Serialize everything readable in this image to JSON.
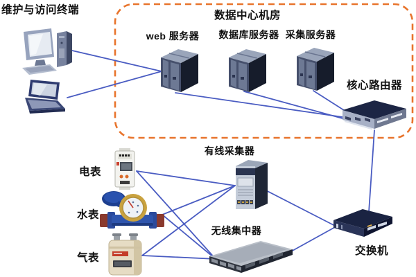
{
  "colors": {
    "connection_line": "#4A5CC2",
    "zone_border": "#E8742C",
    "label_text": "#101010"
  },
  "zone": {
    "label": "数据中心机房"
  },
  "nodes": {
    "terminals_group": {
      "label": "维护与访问终端"
    },
    "web_server": {
      "label": "web 服务器"
    },
    "database_server": {
      "label": "数据库服务器"
    },
    "collection_server": {
      "label": "采集服务器"
    },
    "core_router": {
      "label": "核心路由器"
    },
    "electric_meter": {
      "label": "电表"
    },
    "water_meter": {
      "label": "水表"
    },
    "gas_meter": {
      "label": "气表"
    },
    "wired_collector": {
      "label": "有线采集器"
    },
    "wireless_concentrator": {
      "label": "无线集中器"
    },
    "switch": {
      "label": "交换机"
    }
  },
  "connections": [
    {
      "from": "desktop-terminal",
      "to": "web-server"
    },
    {
      "from": "laptop-terminal",
      "to": "web-server"
    },
    {
      "from": "web-server",
      "to": "core-router"
    },
    {
      "from": "database-server",
      "to": "core-router"
    },
    {
      "from": "collection-server",
      "to": "core-router"
    },
    {
      "from": "core-router",
      "to": "switch"
    },
    {
      "from": "electric-meter",
      "to": "wired-collector"
    },
    {
      "from": "electric-meter",
      "to": "wireless-concentrator"
    },
    {
      "from": "water-meter",
      "to": "wired-collector"
    },
    {
      "from": "water-meter",
      "to": "wireless-concentrator"
    },
    {
      "from": "gas-meter",
      "to": "wired-collector"
    },
    {
      "from": "gas-meter",
      "to": "wireless-concentrator"
    },
    {
      "from": "wired-collector",
      "to": "switch"
    },
    {
      "from": "wireless-concentrator",
      "to": "switch"
    }
  ]
}
